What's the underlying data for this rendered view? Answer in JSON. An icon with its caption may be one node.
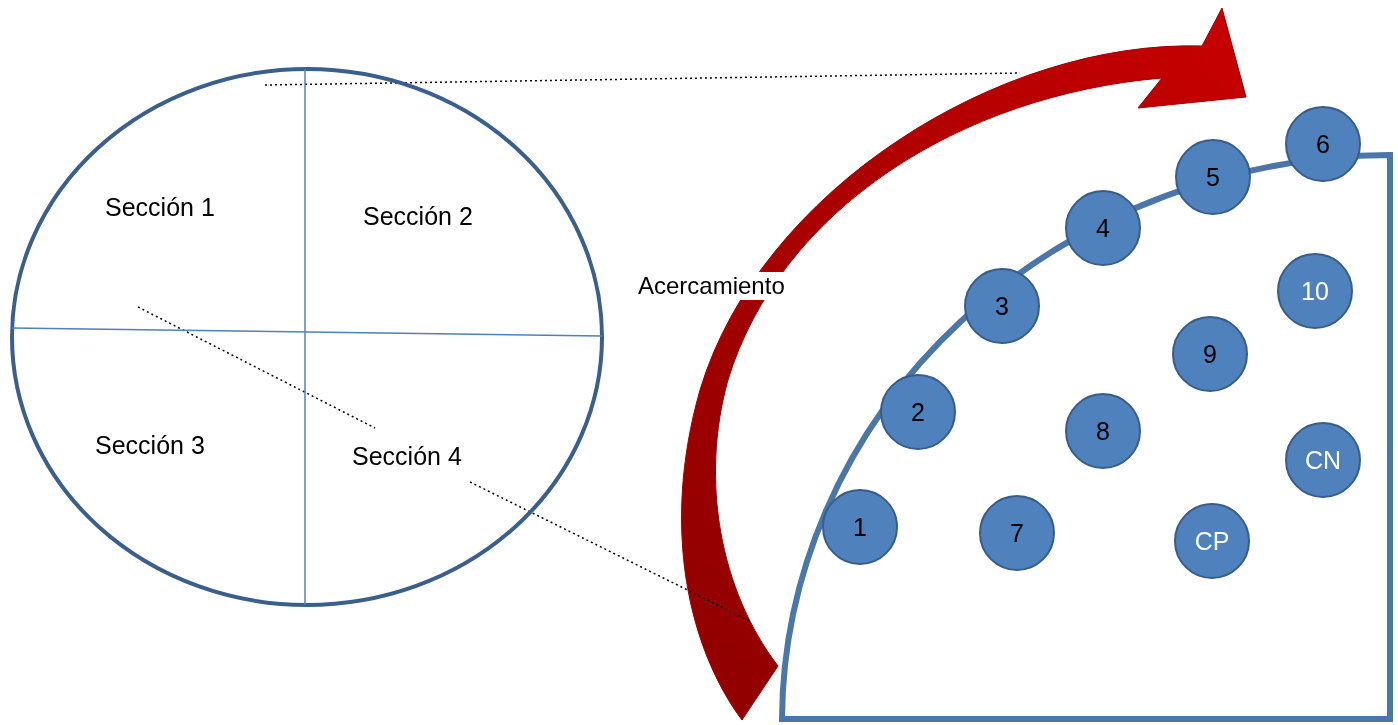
{
  "diagram": {
    "nodes": [
      {
        "text": [
          "Sección 1",
          "Sección 2",
          "Sección 3",
          "Sección 4"
        ]
      },
      {
        "text": [],
        "shape": "circle"
      },
      {
        "text": [
          "1"
        ],
        "in": 1
      },
      {
        "text": [
          "2"
        ],
        "in": 1
      },
      {
        "text": [
          "3"
        ],
        "in": 1
      },
      {
        "text": [
          "4"
        ],
        "in": 1
      },
      {
        "text": [
          "5"
        ],
        "in": 1
      },
      {
        "text": [
          "6"
        ]
      },
      {
        "text": [
          "7"
        ],
        "in": 1
      },
      {
        "text": [
          "8"
        ],
        "in": 1
      },
      {
        "text": [
          "9"
        ],
        "in": 1
      },
      {
        "text": [
          "10"
        ],
        "in": 1
      },
      {
        "text": [
          "CN"
        ],
        "in": 1
      },
      {
        "text": [
          "CP"
        ],
        "in": 1
      }
    ],
    "labels": [
      "Acercamiento"
    ]
  }
}
